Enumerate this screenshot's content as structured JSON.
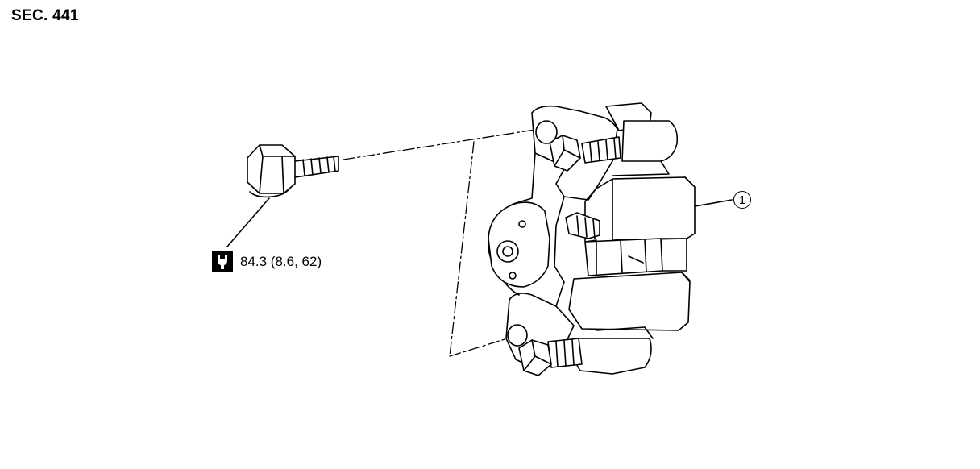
{
  "section": {
    "label": "SEC. 441"
  },
  "torque": {
    "value": "84.3 (8.6, 62)",
    "icon": "torque-wrench-icon"
  },
  "callouts": [
    {
      "number": "1"
    }
  ]
}
